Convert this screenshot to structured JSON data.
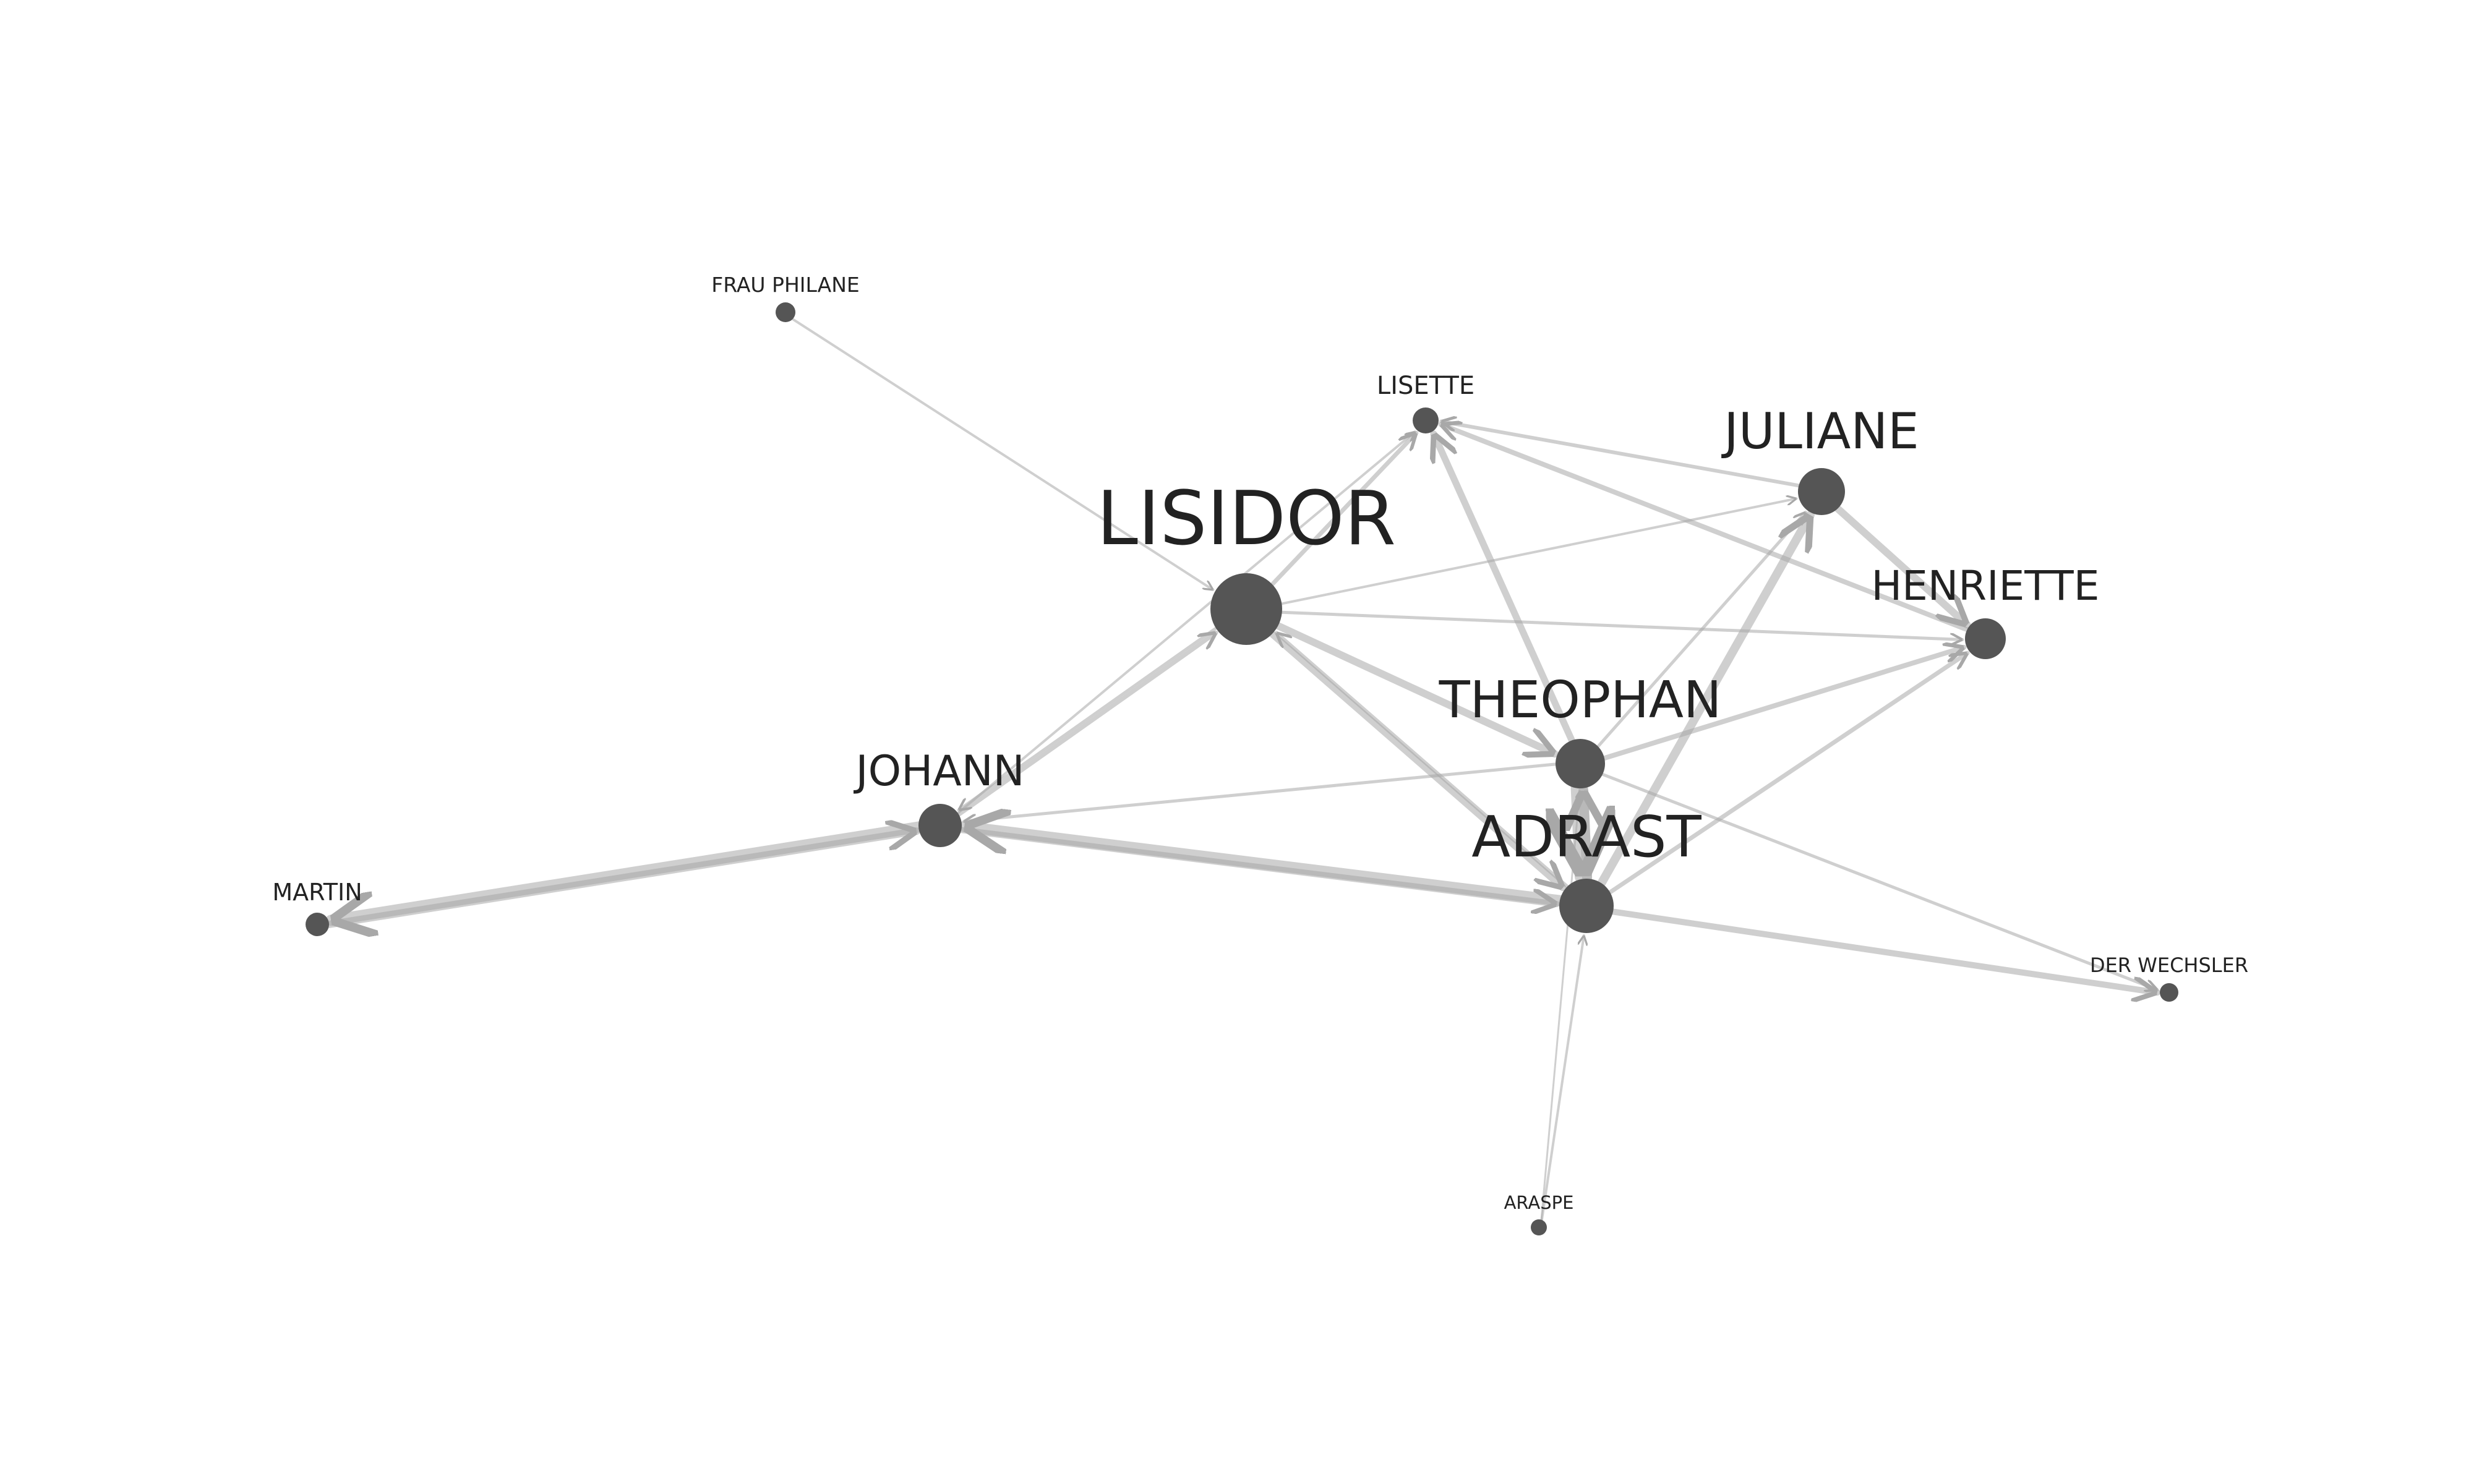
{
  "diagram": {
    "type": "directed-network",
    "colors": {
      "background": "#ffffff",
      "node": "#555555",
      "edge": "#a8a8a8",
      "label": "#222222"
    },
    "nodes": [
      {
        "id": "lisidor",
        "label": "LISIDOR"
      },
      {
        "id": "adrast",
        "label": "ADRAST"
      },
      {
        "id": "theophan",
        "label": "THEOPHAN"
      },
      {
        "id": "johann",
        "label": "JOHANN"
      },
      {
        "id": "juliane",
        "label": "JULIANE"
      },
      {
        "id": "henriette",
        "label": "HENRIETTE"
      },
      {
        "id": "lisette",
        "label": "LISETTE"
      },
      {
        "id": "martin",
        "label": "MARTIN"
      },
      {
        "id": "frau-philane",
        "label": "FRAU PHILANE"
      },
      {
        "id": "araspe",
        "label": "ARASPE"
      },
      {
        "id": "der-wechsler",
        "label": "DER WECHSLER"
      }
    ],
    "edges": [
      {
        "from": "johann",
        "to": "martin"
      },
      {
        "from": "martin",
        "to": "johann"
      },
      {
        "from": "adrast",
        "to": "johann"
      },
      {
        "from": "johann",
        "to": "adrast"
      },
      {
        "from": "theophan",
        "to": "johann"
      },
      {
        "from": "johann",
        "to": "lisidor"
      },
      {
        "from": "lisidor",
        "to": "johann"
      },
      {
        "from": "johann",
        "to": "lisette"
      },
      {
        "from": "frau-philane",
        "to": "lisidor"
      },
      {
        "from": "lisidor",
        "to": "lisette"
      },
      {
        "from": "lisidor",
        "to": "juliane"
      },
      {
        "from": "lisidor",
        "to": "henriette"
      },
      {
        "from": "lisidor",
        "to": "theophan"
      },
      {
        "from": "lisidor",
        "to": "adrast"
      },
      {
        "from": "adrast",
        "to": "lisidor"
      },
      {
        "from": "theophan",
        "to": "lisette"
      },
      {
        "from": "juliane",
        "to": "lisette"
      },
      {
        "from": "henriette",
        "to": "lisette"
      },
      {
        "from": "theophan",
        "to": "juliane"
      },
      {
        "from": "adrast",
        "to": "juliane"
      },
      {
        "from": "juliane",
        "to": "henriette"
      },
      {
        "from": "theophan",
        "to": "henriette"
      },
      {
        "from": "adrast",
        "to": "henriette"
      },
      {
        "from": "theophan",
        "to": "adrast"
      },
      {
        "from": "adrast",
        "to": "theophan"
      },
      {
        "from": "adrast",
        "to": "der-wechsler"
      },
      {
        "from": "theophan",
        "to": "der-wechsler"
      },
      {
        "from": "araspe",
        "to": "adrast"
      },
      {
        "from": "araspe",
        "to": "theophan"
      }
    ]
  }
}
